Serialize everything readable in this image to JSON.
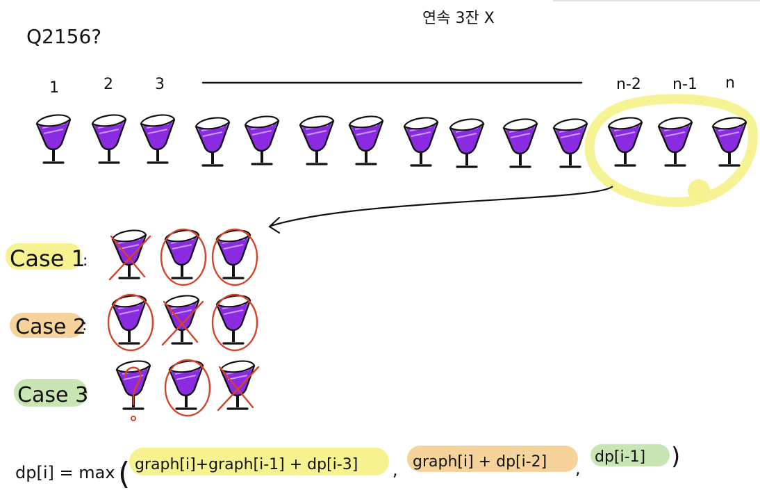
{
  "problem_id": "Q2156?",
  "constraint": "연속 3잔 X",
  "index_labels": [
    "1",
    "2",
    "3",
    "n-2",
    "n-1",
    "n"
  ],
  "cases": [
    {
      "label": "Case 1",
      "colon": ":",
      "highlight": "#f6f28f",
      "marks": [
        "x",
        "circle",
        "circle"
      ]
    },
    {
      "label": "Case 2",
      "colon": ":",
      "highlight": "#f5d39a",
      "marks": [
        "circle",
        "x",
        "circle"
      ]
    },
    {
      "label": "Case 3",
      "colon": ":",
      "highlight": "#c9e5b4",
      "marks": [
        "question",
        "circle",
        "x"
      ]
    }
  ],
  "formula": {
    "lhs": "dp[i] = max",
    "open_paren": "(",
    "term1": "graph[i]+graph[i-1] + dp[i-3]",
    "comma1": ",",
    "term2": "graph[i] + dp[i-2]",
    "comma2": ",",
    "term3": "dp[i-1]",
    "close_paren": ")"
  },
  "colors": {
    "wine": "#8a2be2",
    "wine_highlight": "#c79aff",
    "ink": "#111111",
    "red_mark": "#d2442a",
    "yellow_highlight": "#f6f28f",
    "orange_highlight": "#f5d39a",
    "green_highlight": "#c9e5b4"
  },
  "icons": {
    "glass": "wine-glass-icon",
    "arrow": "curved-arrow-icon",
    "circle_mark": "red-circle-icon",
    "cross_mark": "red-x-icon",
    "question_mark": "red-question-icon"
  }
}
